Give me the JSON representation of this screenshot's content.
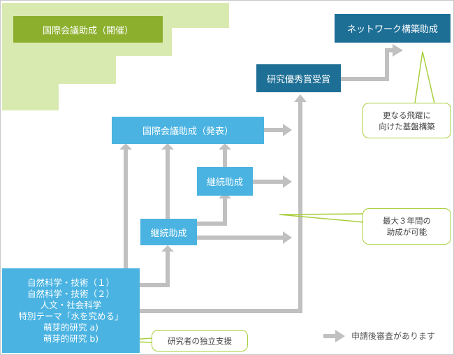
{
  "colors": {
    "box_blue": "#4ab3e2",
    "box_dark": "#1e6f96",
    "box_olive": "#8cb02d",
    "bg_green": "#d9eab0",
    "arrow_gray": "#c0c0c0",
    "callout_border": "#a8cf3c"
  },
  "nodes": {
    "intl_conf_hosting": "国際会議助成（開催）",
    "network_building": "ネットワーク構築助成",
    "research_excellence": "研究優秀賞受賞",
    "intl_conf_presentation": "国際会議助成（発表）",
    "continuation_upper": "継続助成",
    "continuation_lower": "継続助成",
    "programs": [
      "自然科学・技術（１）",
      "自然科学・技術（２）",
      "人文・社会科学",
      "特別テーマ「水を究める」",
      "萌芽的研究 a)",
      "萌芽的研究 b)"
    ]
  },
  "callouts": {
    "foundation": [
      "更なる飛躍に",
      "向けた基盤構築"
    ],
    "max_years": [
      "最大３年間の",
      "助成が可能"
    ],
    "independent": "研究者の独立支援"
  },
  "legend": {
    "label": "申請後審査があります",
    "icon": "gray-right-arrow-icon"
  }
}
